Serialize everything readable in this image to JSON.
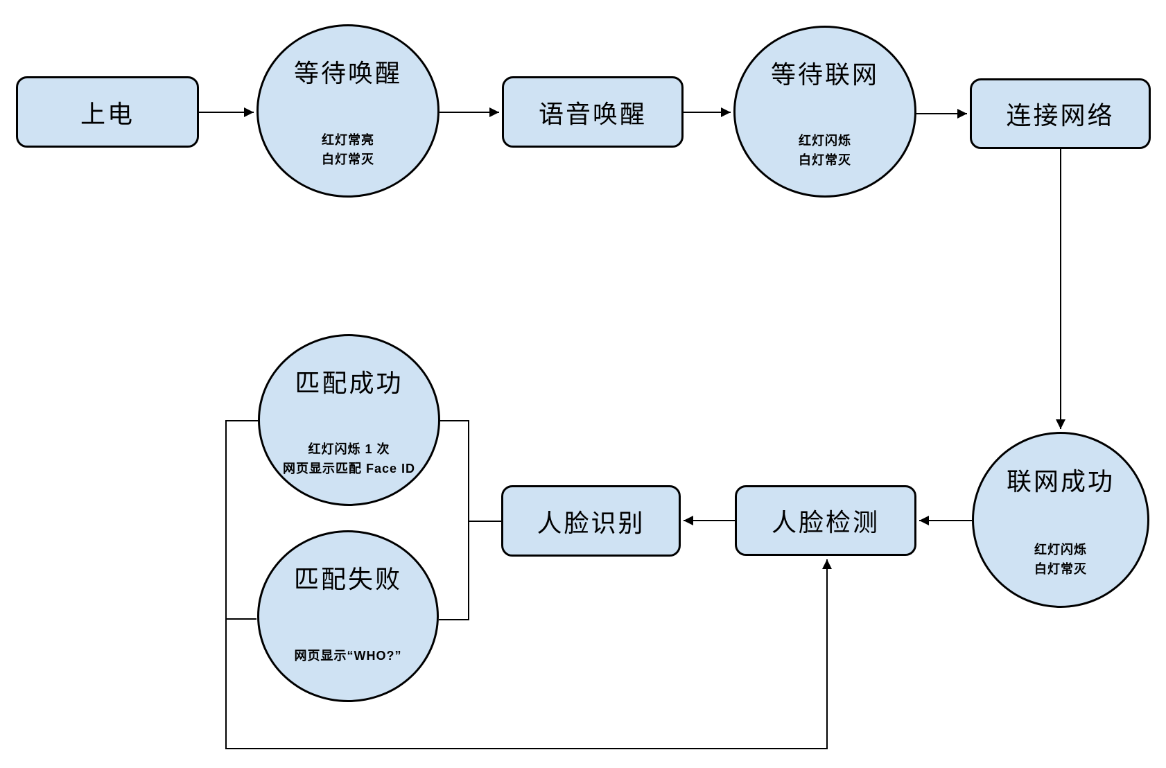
{
  "diagram": {
    "type": "flowchart",
    "colors": {
      "background": "#ffffff",
      "node_fill": "#cfe2f3",
      "node_border": "#000000",
      "connector": "#000000"
    },
    "nodes": {
      "power_on": {
        "shape": "rect",
        "label": "上电"
      },
      "wait_wake": {
        "shape": "ellipse",
        "label": "等待唤醒",
        "status": [
          "红灯常亮",
          "白灯常灭"
        ]
      },
      "voice_wake": {
        "shape": "rect",
        "label": "语音唤醒"
      },
      "wait_network": {
        "shape": "ellipse",
        "label": "等待联网",
        "status": [
          "红灯闪烁",
          "白灯常灭"
        ]
      },
      "connect_network": {
        "shape": "rect",
        "label": "连接网络"
      },
      "network_success": {
        "shape": "ellipse",
        "label": "联网成功",
        "status": [
          "红灯闪烁",
          "白灯常灭"
        ]
      },
      "face_detection": {
        "shape": "rect",
        "label": "人脸检测"
      },
      "face_recognition": {
        "shape": "rect",
        "label": "人脸识别"
      },
      "match_success": {
        "shape": "ellipse",
        "label": "匹配成功",
        "status": [
          "红灯闪烁 1 次",
          "网页显示匹配 Face ID"
        ]
      },
      "match_fail": {
        "shape": "ellipse",
        "label": "匹配失败",
        "status": [
          "网页显示“WHO?”"
        ]
      }
    },
    "edges": [
      {
        "from": "power_on",
        "to": "wait_wake",
        "arrow": true
      },
      {
        "from": "wait_wake",
        "to": "voice_wake",
        "arrow": true
      },
      {
        "from": "voice_wake",
        "to": "wait_network",
        "arrow": true
      },
      {
        "from": "wait_network",
        "to": "connect_network",
        "arrow": true
      },
      {
        "from": "connect_network",
        "to": "network_success",
        "arrow": true
      },
      {
        "from": "network_success",
        "to": "face_detection",
        "arrow": true
      },
      {
        "from": "face_detection",
        "to": "face_recognition",
        "arrow": true
      },
      {
        "from": "face_recognition",
        "to": "match_success",
        "arrow": false
      },
      {
        "from": "face_recognition",
        "to": "match_fail",
        "arrow": false
      },
      {
        "from": "match_success",
        "to": "face_detection",
        "arrow": true
      },
      {
        "from": "match_fail",
        "to": "face_detection",
        "arrow": true
      }
    ]
  }
}
